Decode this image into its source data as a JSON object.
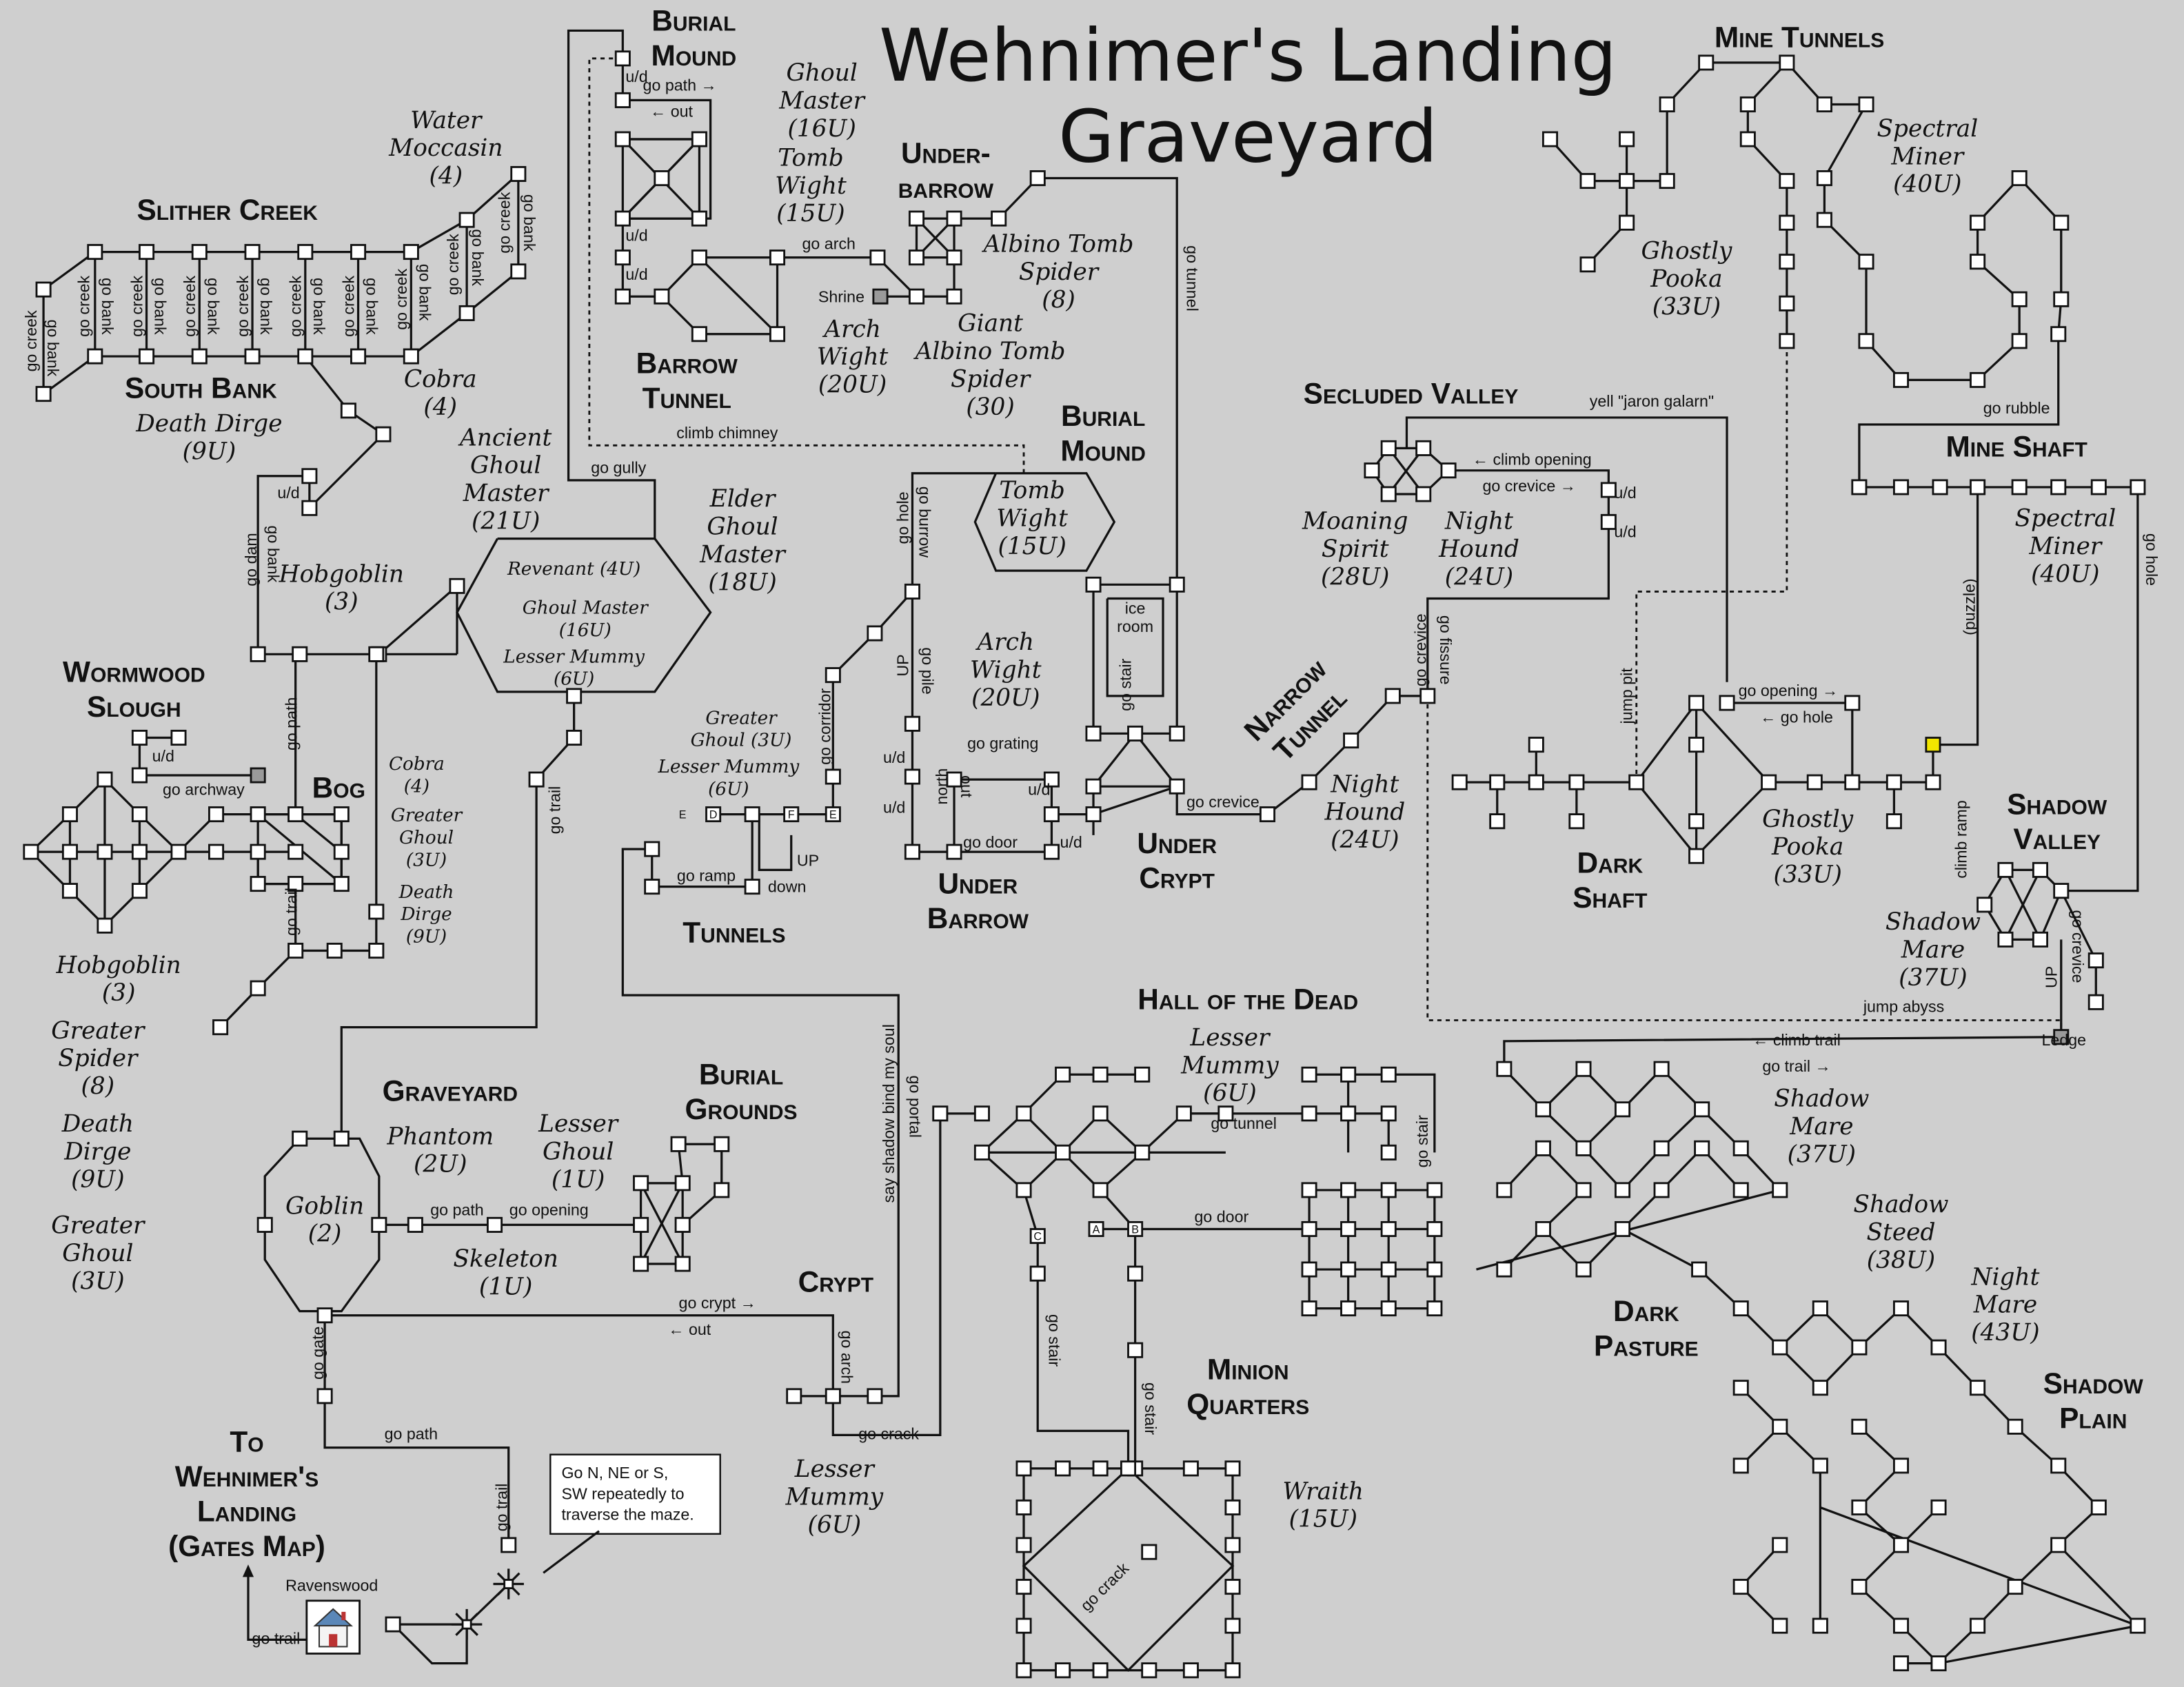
{
  "title": [
    "Wehnimer's Landing",
    "Graveyard"
  ],
  "colors": {
    "background": "#cfcfcf",
    "node": "#ffffff",
    "line": "#111111",
    "special_node": "#f2e600",
    "gray_node": "#9a9a9a"
  },
  "icons": {
    "house": "ravenswood-house-icon",
    "maze": "maze-sun-icon"
  },
  "areas": {
    "burial_mound_top": [
      "Burial",
      "Mound"
    ],
    "slither_creek": [
      "Slither Creek"
    ],
    "south_bank": [
      "South Bank"
    ],
    "underbarrow_top": [
      "Under-",
      "barrow"
    ],
    "barrow_tunnel": [
      "Barrow",
      "Tunnel"
    ],
    "burial_mound_mid": [
      "Burial",
      "Mound"
    ],
    "secluded_valley": [
      "Secluded Valley"
    ],
    "mine_tunnels": [
      "Mine Tunnels"
    ],
    "mine_shaft": [
      "Mine Shaft"
    ],
    "wormwood_slough": [
      "Wormwood",
      "Slough"
    ],
    "bog": [
      "Bog"
    ],
    "narrow_tunnel": [
      "Narrow",
      "Tunnel"
    ],
    "under_crypt": [
      "Under",
      "Crypt"
    ],
    "under_barrow": [
      "Under",
      "Barrow"
    ],
    "tunnels": [
      "Tunnels"
    ],
    "dark_shaft": [
      "Dark",
      "Shaft"
    ],
    "shadow_valley": [
      "Shadow",
      "Valley"
    ],
    "hall_of_the_dead": [
      "Hall of the Dead"
    ],
    "graveyard": [
      "Graveyard"
    ],
    "burial_grounds": [
      "Burial",
      "Grounds"
    ],
    "crypt": [
      "Crypt"
    ],
    "minion_quarters": [
      "Minion",
      "Quarters"
    ],
    "to_gates": [
      "To",
      "Wehnimer's",
      "Landing",
      "(Gates Map)"
    ],
    "dark_pasture": [
      "Dark",
      "Pasture"
    ],
    "shadow_plain": [
      "Shadow",
      "Plain"
    ]
  },
  "creatures": {
    "water_moccasin": [
      "Water",
      "Moccasin",
      "(4)"
    ],
    "ghoul_master_16": [
      "Ghoul",
      "Master",
      "(16U)"
    ],
    "tomb_wight_15a": [
      "Tomb",
      "Wight",
      "(15U)"
    ],
    "cobra_4a": [
      "Cobra",
      "(4)"
    ],
    "death_dirge_9a": [
      "Death Dirge",
      "(9U)"
    ],
    "ancient_ghoul_master": [
      "Ancient",
      "Ghoul",
      "Master",
      "(21U)"
    ],
    "elder_ghoul_master": [
      "Elder",
      "Ghoul",
      "Master",
      "(18U)"
    ],
    "revenant": [
      "Revenant (4U)"
    ],
    "ghoul_master_inner": [
      "Ghoul Master",
      "(16U)"
    ],
    "lesser_mummy_inner": [
      "Lesser Mummy",
      "(6U)"
    ],
    "hobgoblin_3a": [
      "Hobgoblin",
      "(3)"
    ],
    "albino_tomb_spider": [
      "Albino Tomb",
      "Spider",
      "(8)"
    ],
    "arch_wight_20a": [
      "Arch",
      "Wight",
      "(20U)"
    ],
    "giant_albino_tomb_spider": [
      "Giant",
      "Albino Tomb",
      "Spider",
      "(30)"
    ],
    "tomb_wight_15b": [
      "Tomb",
      "Wight",
      "(15U)"
    ],
    "ghostly_pooka_33a": [
      "Ghostly",
      "Pooka",
      "(33U)"
    ],
    "spectral_miner_40a": [
      "Spectral",
      "Miner",
      "(40U)"
    ],
    "moaning_spirit": [
      "Moaning",
      "Spirit",
      "(28U)"
    ],
    "night_hound_24a": [
      "Night",
      "Hound",
      "(24U)"
    ],
    "spectral_miner_40b": [
      "Spectral",
      "Miner",
      "(40U)"
    ],
    "arch_wight_20b": [
      "Arch",
      "Wight",
      "(20U)"
    ],
    "greater_ghoul_3a": [
      "Greater",
      "Ghoul (3U)"
    ],
    "lesser_mummy_6a": [
      "Lesser Mummy",
      "(6U)"
    ],
    "cobra_4b": [
      "Cobra",
      "(4)"
    ],
    "greater_ghoul_3b": [
      "Greater",
      "Ghoul",
      "(3U)"
    ],
    "death_dirge_9b": [
      "Death",
      "Dirge",
      "(9U)"
    ],
    "night_hound_24b": [
      "Night",
      "Hound",
      "(24U)"
    ],
    "ghostly_pooka_33b": [
      "Ghostly",
      "Pooka",
      "(33U)"
    ],
    "shadow_mare_37a": [
      "Shadow",
      "Mare",
      "(37U)"
    ],
    "hobgoblin_3b": [
      "Hobgoblin",
      "(3)"
    ],
    "greater_spider": [
      "Greater",
      "Spider",
      "(8)"
    ],
    "death_dirge_9c": [
      "Death",
      "Dirge",
      "(9U)"
    ],
    "greater_ghoul_3c": [
      "Greater",
      "Ghoul",
      "(3U)"
    ],
    "phantom": [
      "Phantom",
      "(2U)"
    ],
    "lesser_ghoul": [
      "Lesser",
      "Ghoul",
      "(1U)"
    ],
    "goblin": [
      "Goblin",
      "(2)"
    ],
    "skeleton": [
      "Skeleton",
      "(1U)"
    ],
    "lesser_mummy_6b": [
      "Lesser",
      "Mummy",
      "(6U)"
    ],
    "shadow_mare_37b": [
      "Shadow",
      "Mare",
      "(37U)"
    ],
    "shadow_steed": [
      "Shadow",
      "Steed",
      "(38U)"
    ],
    "night_mare": [
      "Night",
      "Mare",
      "(43U)"
    ],
    "lesser_mummy_6c": [
      "Lesser",
      "Mummy",
      "(6U)"
    ],
    "wraith": [
      "Wraith",
      "(15U)"
    ]
  },
  "exits": {
    "creek_left": [
      "go creek"
    ],
    "bank_left": [
      "go bank"
    ],
    "creek_1": [
      "go creek"
    ],
    "bank_1": [
      "go bank"
    ],
    "creek_2": [
      "go creek"
    ],
    "bank_2": [
      "go bank"
    ],
    "creek_3": [
      "go creek"
    ],
    "bank_3": [
      "go bank"
    ],
    "creek_4": [
      "go creek"
    ],
    "bank_4": [
      "go bank"
    ],
    "creek_5": [
      "go creek"
    ],
    "bank_5": [
      "go bank"
    ],
    "creek_6": [
      "go creek"
    ],
    "bank_6": [
      "go bank"
    ],
    "creek_7": [
      "go creek"
    ],
    "bank_7": [
      "go bank"
    ],
    "creek_8": [
      "go creek"
    ],
    "bank_8": [
      "go bank"
    ],
    "creek_9": [
      "go creek"
    ],
    "bank_9": [
      "go bank"
    ],
    "ud_bm1": [
      "u/d"
    ],
    "go_path_bm": [
      "go path →"
    ],
    "out_bm": [
      "← out"
    ],
    "ud_bm2": [
      "u/d"
    ],
    "ud_bm3": [
      "u/d"
    ],
    "go_arch_top": [
      "go arch"
    ],
    "shrine": [
      "Shrine"
    ],
    "climb_chimney": [
      "climb chimney"
    ],
    "go_gully": [
      "go gully"
    ],
    "go_tunnel_top": [
      "go tunnel"
    ],
    "go_hole_bm": [
      "go hole"
    ],
    "go_burrow": [
      "go burrow"
    ],
    "go_pile": [
      "go pile"
    ],
    "up_pile": [
      "UP"
    ],
    "go_corridor": [
      "go corridor"
    ],
    "ud_ub1": [
      "u/d"
    ],
    "ud_ub2": [
      "u/d"
    ],
    "north": [
      "north"
    ],
    "out_ub": [
      "out"
    ],
    "go_grating": [
      "go grating"
    ],
    "go_door_ub": [
      "go door"
    ],
    "ud_ub3": [
      "u/d"
    ],
    "ud_ub4": [
      "u/d"
    ],
    "ice_room": [
      "ice",
      "room"
    ],
    "go_stair_uc": [
      "go stair"
    ],
    "go_crevice_uc": [
      "go crevice"
    ],
    "go_ramp": [
      "go ramp"
    ],
    "down": [
      "down"
    ],
    "up_t": [
      "UP"
    ],
    "yell": [
      "yell \"jaron galarn\""
    ],
    "climb_opening": [
      "← climb opening"
    ],
    "go_crevice_sv": [
      "go crevice →"
    ],
    "ud_sv1": [
      "u/d"
    ],
    "ud_sv2": [
      "u/d"
    ],
    "go_crevice_nt": [
      "go crevice"
    ],
    "go_fissure": [
      "go fissure"
    ],
    "jump_pit": [
      "jump pit"
    ],
    "go_opening_ds": [
      "go opening →"
    ],
    "go_hole_ds": [
      "← go hole"
    ],
    "go_rubble": [
      "go rubble"
    ],
    "go_hole_ms": [
      "go hole"
    ],
    "puzzle": [
      "(puzzle)"
    ],
    "climb_ramp": [
      "climb ramp"
    ],
    "go_crevice_v": [
      "go crevice"
    ],
    "up_v": [
      "UP"
    ],
    "jump_abyss": [
      "jump abyss"
    ],
    "ledge": [
      "Ledge"
    ],
    "climb_trail": [
      "← climb trail"
    ],
    "go_trail_sp": [
      "go trail →"
    ],
    "go_archway": [
      "go archway"
    ],
    "ud_ws": [
      "u/d"
    ],
    "go_path_bog": [
      "go path"
    ],
    "go_dam": [
      "go dam"
    ],
    "go_bank_sb": [
      "go bank"
    ],
    "ud_sb": [
      "u/d"
    ],
    "go_trail_bog": [
      "go trail"
    ],
    "go_trail_gy": [
      "go trail"
    ],
    "go_path_gy": [
      "go path"
    ],
    "go_opening_gy": [
      "go opening"
    ],
    "go_crypt": [
      "go crypt →"
    ],
    "out_gy": [
      "← out"
    ],
    "go_arch_c": [
      "go arch"
    ],
    "go_crack": [
      "go crack"
    ],
    "go_portal": [
      "go portal"
    ],
    "say_shadow": [
      "say shadow bind my soul"
    ],
    "go_gate": [
      "go gate"
    ],
    "go_path_gates": [
      "go path"
    ],
    "go_trail_g": [
      "go trail"
    ],
    "ravenswood": [
      "Ravenswood"
    ],
    "go_trail_h": [
      "go trail"
    ],
    "go_tunnel_hd": [
      "go tunnel"
    ],
    "go_door_hd": [
      "go door"
    ],
    "go_stair_hd": [
      "go stair"
    ],
    "go_stair_c": [
      "go stair"
    ],
    "go_stair_b": [
      "go stair"
    ],
    "go_crack_mq": [
      "go crack"
    ]
  },
  "node_letters": {
    "c1": "C",
    "b1": "B",
    "a1": "A",
    "d1": "D",
    "e1": "E",
    "f1": "F",
    "e2": "E"
  },
  "maze_note": [
    "Go N, NE or S,",
    "SW repeatedly to",
    "traverse the maze."
  ]
}
